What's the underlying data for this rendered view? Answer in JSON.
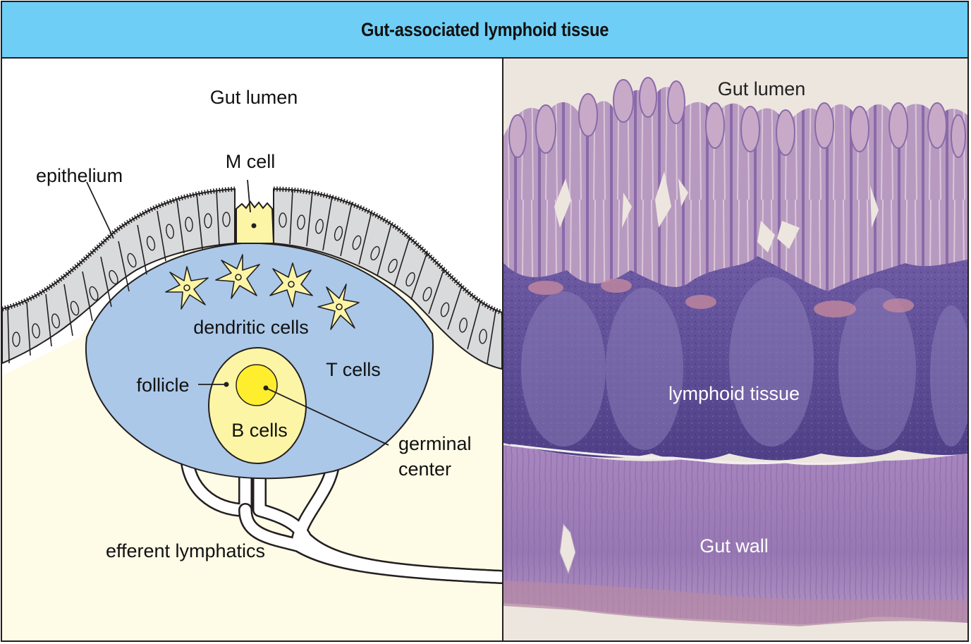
{
  "title": "Gut-associated lymphoid tissue",
  "diagram": {
    "labels": {
      "gut_lumen": "Gut lumen",
      "epithelium": "epithelium",
      "m_cell": "M cell",
      "dendritic_cells": "dendritic cells",
      "t_cells": "T cells",
      "follicle": "follicle",
      "b_cells": "B cells",
      "germinal_center_line1": "germinal",
      "germinal_center_line2": "center",
      "efferent_lymphatics": "efferent lymphatics"
    },
    "colors": {
      "lumen_bg": "#ffffff",
      "tissue_bg": "#fefbe6",
      "t_cell_zone": "#abc8e8",
      "follicle": "#fdf5a6",
      "germinal_center": "#ffee2e",
      "epithelial_cell": "#d9dadb",
      "m_cell": "#fdf5a6",
      "dendritic_cell": "#fdf5a6"
    }
  },
  "micrograph": {
    "labels": {
      "gut_lumen": "Gut lumen",
      "lymphoid_tissue": "lymphoid tissue",
      "gut_wall": "Gut wall"
    },
    "colors": {
      "background": "#ece6df",
      "villi": "#c7a9c9",
      "lymphoid": "#5b4e96",
      "muscle": "#9a78b4"
    }
  }
}
